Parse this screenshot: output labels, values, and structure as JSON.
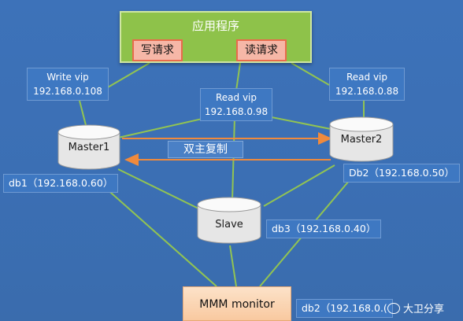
{
  "app": {
    "title": "应用程序",
    "write_request": "写请求",
    "read_request": "读请求"
  },
  "vips": {
    "write": {
      "label": "Write vip",
      "ip": "192.168.0.108"
    },
    "read_center": {
      "label": "Read vip",
      "ip": "192.168.0.98"
    },
    "read_right": {
      "label": "Read vip",
      "ip": "192.168.0.88"
    }
  },
  "nodes": {
    "master1": "Master1",
    "master2": "Master2",
    "slave": "Slave"
  },
  "replication_label": "双主复制",
  "db_labels": {
    "db1": "db1（192.168.0.60）",
    "db2_right": "Db2（192.168.0.50）",
    "db3": "db3（192.168.0.40）",
    "db2_bottom": "db2（192.168.0.("
  },
  "monitor": "MMM monitor",
  "watermark": "大卫分享",
  "colors": {
    "background": "#3d72b9",
    "app_box": "#8ec24a",
    "request_box": "#f6b7a7",
    "connector_line": "#92c452",
    "replication_arrow": "#f08a3c",
    "monitor_box": "#fbd2ad"
  }
}
